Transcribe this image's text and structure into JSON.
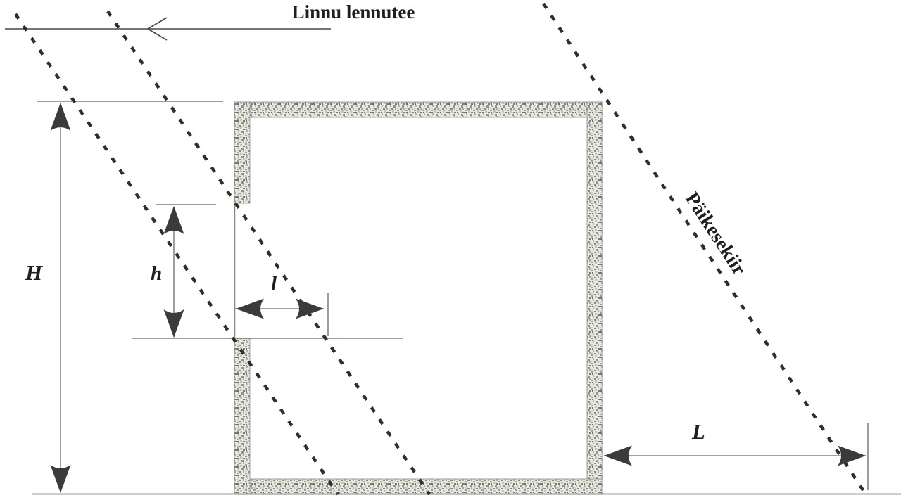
{
  "diagram": {
    "labels": {
      "bird_path": "Linnu lennutee",
      "sun_ray": "Päikesekiir",
      "wall_height": "H",
      "window_height": "h",
      "window_depth": "l",
      "shadow_length": "L"
    },
    "colors": {
      "background": "#ffffff",
      "dashed_ray_line": "#2e2e2e",
      "thin_reference_line": "#7c7c7c",
      "arrowhead": "#3b3b3b",
      "wall_fill_base": "#e7e8e1",
      "wall_speckle_dark": "#6f7468",
      "wall_speckle_light": "#f0f1ec",
      "wall_outline": "#8c8c8c",
      "label_text": "#1f1f1f"
    }
  }
}
